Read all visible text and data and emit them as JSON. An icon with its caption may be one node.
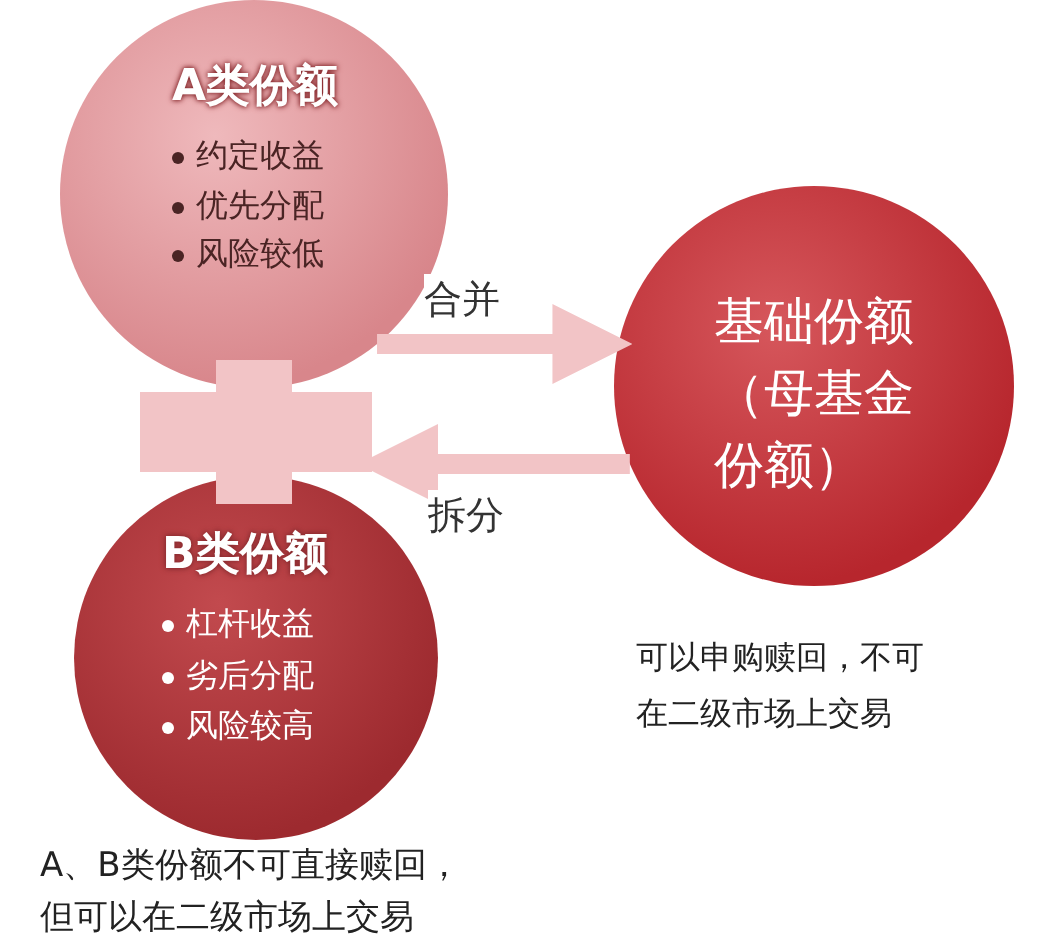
{
  "diagram": {
    "nodes": [
      {
        "text": [
          "A类份额",
          "约定收益",
          "优先分配",
          "风险较低"
        ]
      },
      {
        "text": [
          "B类份额",
          "杠杆收益",
          "劣后分配",
          "风险较高"
        ]
      },
      {
        "text": [
          "基础份额（母基金份额）"
        ],
        "beside": [
          "可以申购赎回，不可在二级市场上交易"
        ]
      },
      {
        "text": [],
        "shape": "plus"
      }
    ],
    "edges": [
      {
        "from": 0,
        "to": 2,
        "arrow": "to",
        "label": "合并"
      },
      {
        "from": 2,
        "to": 3,
        "arrow": "to",
        "label": "拆分"
      }
    ],
    "labels": [
      "A、B类份额不可直接赎回，但可以在二级市场上交易"
    ]
  }
}
